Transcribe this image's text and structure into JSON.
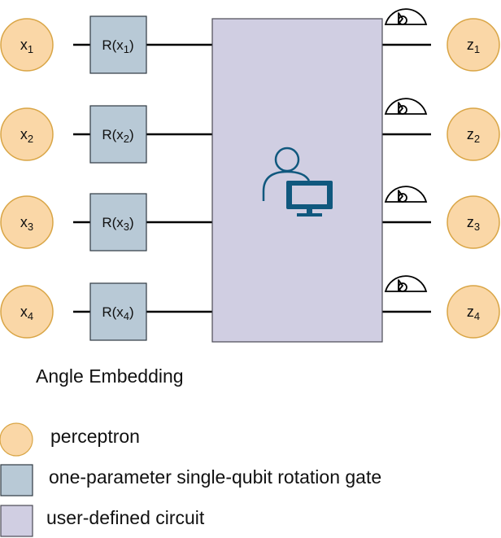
{
  "colors": {
    "perceptron_fill": "#FAD7A7",
    "perceptron_stroke": "#D9A545",
    "gate_fill": "#B8C9D6",
    "gate_stroke": "#2F3A42",
    "circuit_fill": "#D0CEE2",
    "circuit_stroke": "#4A4A55",
    "wire": "#000000",
    "icon": "#10587E"
  },
  "diagram": {
    "inputs": [
      {
        "base": "x",
        "sub": "1"
      },
      {
        "base": "x",
        "sub": "2"
      },
      {
        "base": "x",
        "sub": "3"
      },
      {
        "base": "x",
        "sub": "4"
      }
    ],
    "gates": [
      {
        "prefix": "R(x",
        "sub": "1",
        "suffix": ")"
      },
      {
        "prefix": "R(x",
        "sub": "2",
        "suffix": ")"
      },
      {
        "prefix": "R(x",
        "sub": "3",
        "suffix": ")"
      },
      {
        "prefix": "R(x",
        "sub": "4",
        "suffix": ")"
      }
    ],
    "outputs": [
      {
        "base": "z",
        "sub": "1"
      },
      {
        "base": "z",
        "sub": "2"
      },
      {
        "base": "z",
        "sub": "3"
      },
      {
        "base": "z",
        "sub": "4"
      }
    ],
    "circuit_icon": "user-computer-icon",
    "measurement_icon": "meter-icon",
    "caption": "Angle Embedding"
  },
  "legend": {
    "items": [
      {
        "shape": "circle",
        "label": "perceptron"
      },
      {
        "shape": "gate",
        "label": "one-parameter single-qubit rotation gate"
      },
      {
        "shape": "circuit",
        "label": "user-defined circuit"
      }
    ]
  }
}
